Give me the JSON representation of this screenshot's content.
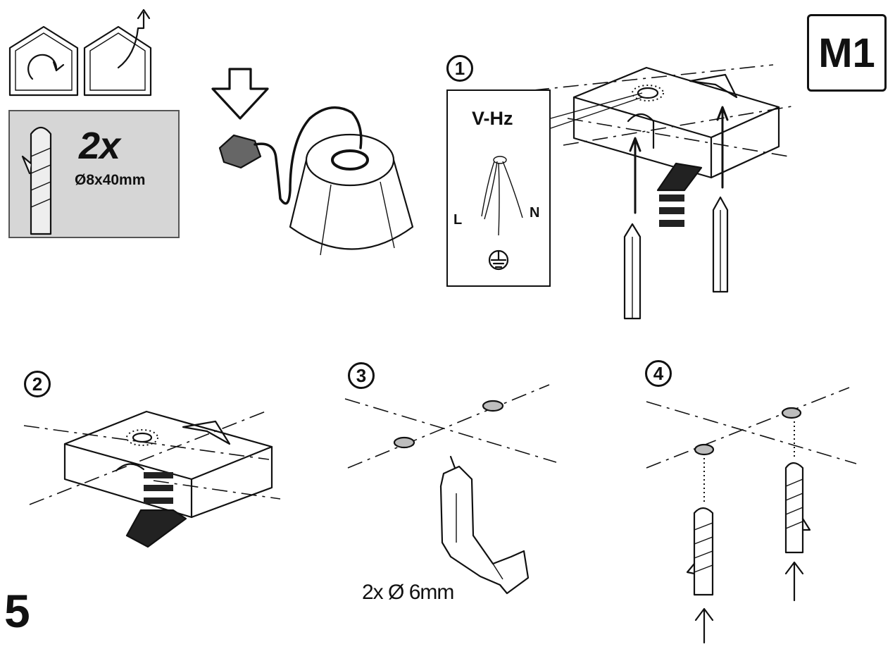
{
  "kit": {
    "quantity": "2x",
    "size": "Ø8x40mm"
  },
  "model_badge": "M1",
  "wiring": {
    "voltage_label": "V-Hz",
    "live_label": "L",
    "neutral_label": "N"
  },
  "steps": [
    {
      "number": "1"
    },
    {
      "number": "2"
    },
    {
      "number": "3",
      "caption": "2x Ø 6mm"
    },
    {
      "number": "4"
    }
  ],
  "page_number": "5",
  "icons": [
    "indoor-recirculation-icon",
    "outdoor-extraction-icon",
    "wall-plug-icon",
    "down-arrow-icon",
    "power-plug-icon",
    "cooker-hood-icon",
    "earth-ground-icon",
    "pencil-icon",
    "drill-icon",
    "up-arrow-icon",
    "mounting-bracket-icon"
  ]
}
